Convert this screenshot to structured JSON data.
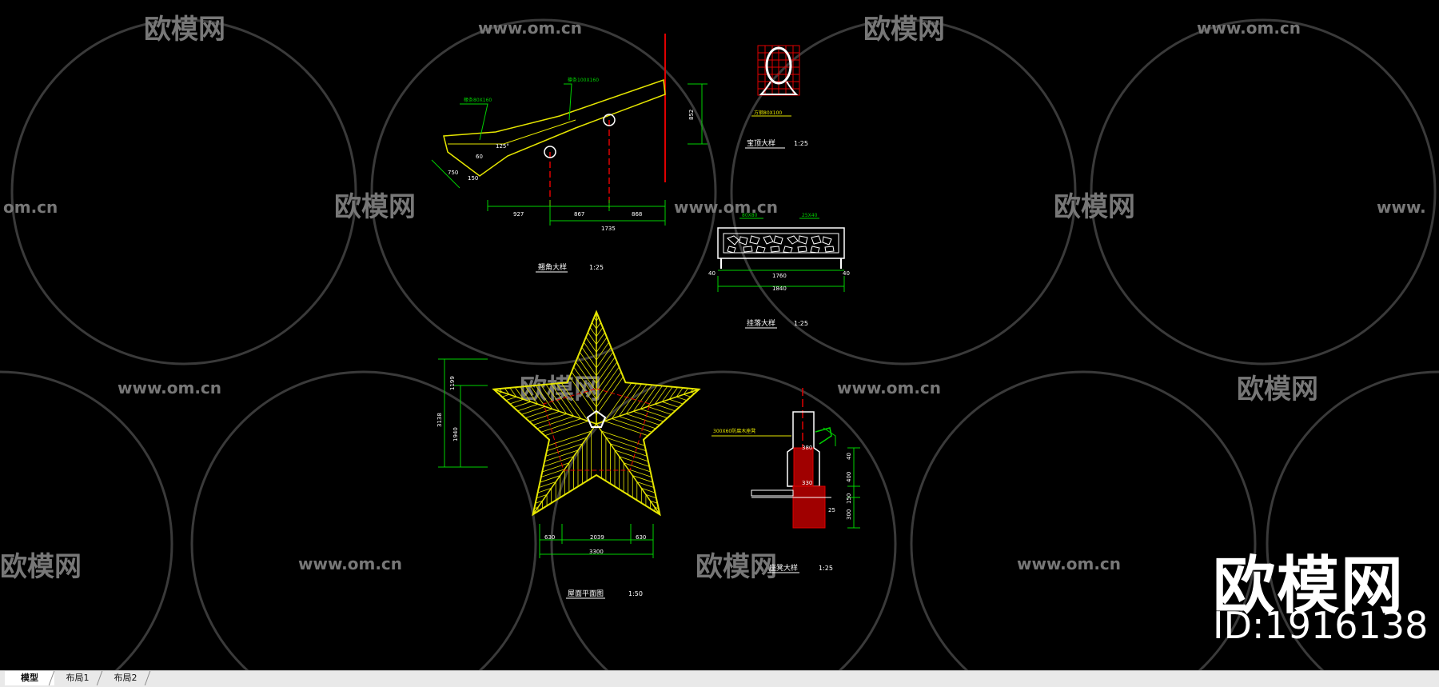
{
  "watermark": {
    "brand_cn": "欧模网",
    "url": "www.om.cn",
    "url_partial_left": "om.cn",
    "url_partial_right": "www.",
    "brand_id": "ID:1916138"
  },
  "drawing": {
    "titles": {
      "eave_corner": "翘角大样",
      "eave_corner_scale": "1:25",
      "finial": "宝顶大样",
      "finial_scale": "1:25",
      "railing": "挂落大样",
      "railing_scale": "1:25",
      "roof_plan": "屋面平面图",
      "roof_plan_scale": "1:50",
      "seat": "座凳大样",
      "seat_scale": "1:25"
    },
    "dims": {
      "d927": "927",
      "d867": "867",
      "d868": "868",
      "d1735": "1735",
      "d852": "852",
      "d1760": "1760",
      "d1840": "1840",
      "d40a": "40",
      "d40b": "40",
      "d1199": "1199",
      "d1940": "1940",
      "d3138": "3138",
      "d630a": "630",
      "d2039": "2039",
      "d630b": "630",
      "d3300": "3300",
      "d380": "380",
      "d330": "330",
      "d40": "40",
      "d400": "400",
      "d150": "150",
      "d25": "25",
      "d300": "300",
      "d125": "125°",
      "d750": "750",
      "d60": "60",
      "d150b": "150"
    },
    "notes": {
      "rafter_a": "椽条80X160",
      "rafter_b": "檩条100X160",
      "finial_note": "方钢80X100",
      "rail_a": "80X80",
      "rail_b": "25X40",
      "seat_note": "300X60防腐木座凳"
    }
  },
  "tabs": [
    {
      "label": "模型",
      "active": true
    },
    {
      "label": "布局1",
      "active": false
    },
    {
      "label": "布局2",
      "active": false
    }
  ],
  "colors": {
    "background": "#000000",
    "yellow": "#e6e600",
    "green": "#00d200",
    "red": "#e00000",
    "white": "#ffffff",
    "watermark": "#6a6a6a"
  }
}
